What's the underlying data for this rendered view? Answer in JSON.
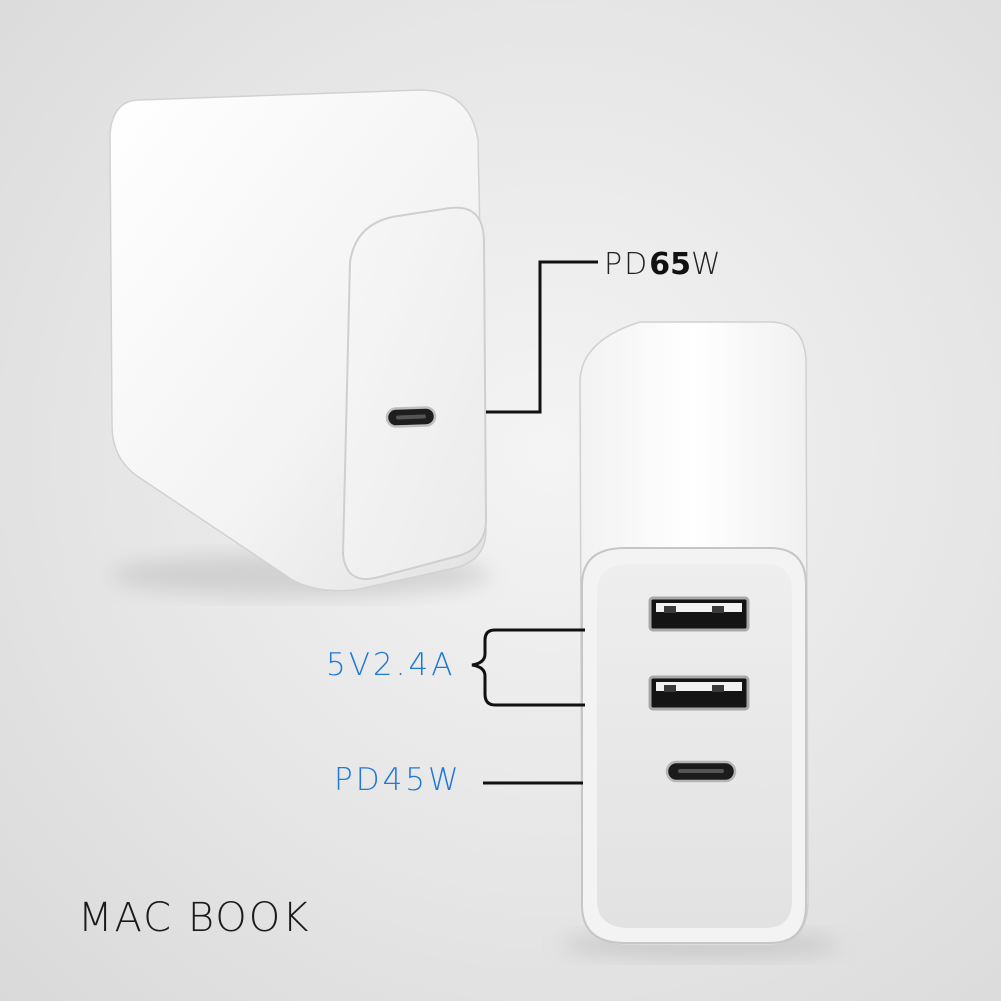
{
  "image": {
    "subject": "white-usb-wall-chargers",
    "background_color": "#e6e6e6",
    "accent_color": "#1f78d8",
    "line_color": "#111111"
  },
  "top_charger": {
    "port_label": {
      "prefix": "PD",
      "number": "65",
      "unit": "W"
    }
  },
  "bottom_charger": {
    "usb_label": "5V2.4A",
    "usbc_label": "PD45W"
  },
  "caption": "MAC BOOK"
}
